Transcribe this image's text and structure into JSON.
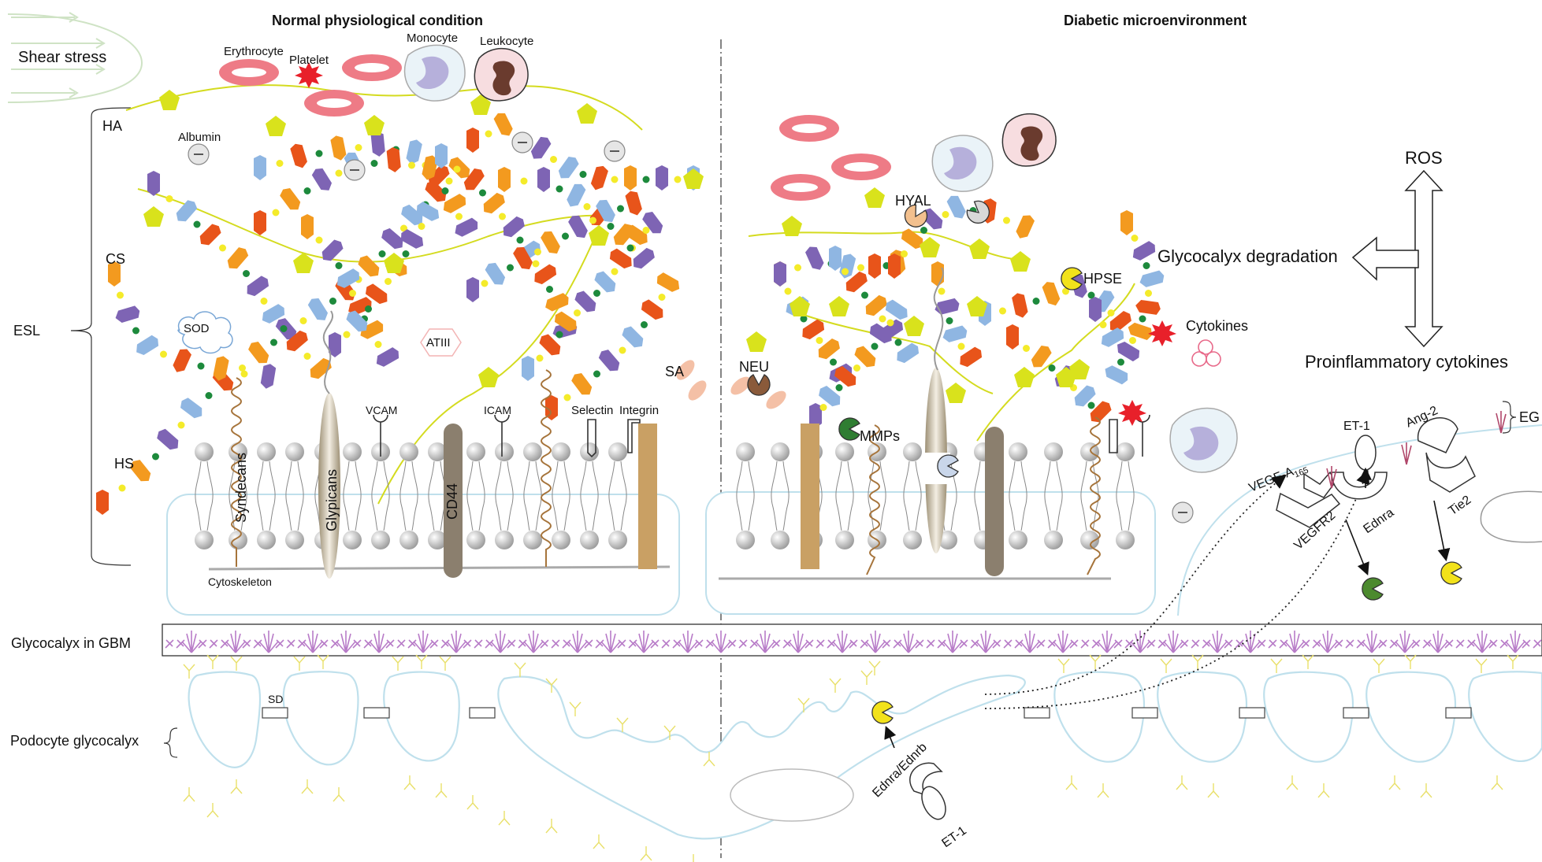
{
  "titles": {
    "normal": "Normal physiological condition",
    "diabetic": "Diabetic microenvironment"
  },
  "blood": {
    "shear_stress": "Shear stress",
    "erythrocyte": "Erythrocyte",
    "platelet": "Platelet",
    "monocyte": "Monocyte",
    "leukocyte": "Leukocyte",
    "albumin": "Albumin"
  },
  "layers": {
    "esl": "ESL",
    "ha": "HA",
    "cs": "CS",
    "hs": "HS",
    "sod": "SOD",
    "atiii": "ATIII",
    "sa": "SA",
    "cytoskeleton": "Cytoskeleton",
    "glycocalyx_gbm": "Glycocalyx in GBM",
    "podocyte_glycocalyx": "Podocyte glycocalyx",
    "sd": "SD"
  },
  "membrane": {
    "syndecans": "Syndecans",
    "glypicans": "Glypicans",
    "cd44": "CD44",
    "vcam": "VCAM",
    "icam": "ICAM",
    "selectin": "Selectin",
    "integrin": "Integrin"
  },
  "diabetic": {
    "hyal": "HYAL",
    "hpse": "HPSE",
    "neu": "NEU",
    "mmps": "MMPs",
    "cytokines": "Cytokines",
    "glycocalyx_degradation": "Glycocalyx degradation",
    "ros": "ROS",
    "proinflammatory": "Proinflammatory cytokines",
    "eg": "EG",
    "vegfa": "VEGF-A",
    "vegfa_sub": "165",
    "vegfr2": "VEGFR2",
    "et1_top": "ET-1",
    "ednra": "Ednra",
    "ang2": "Ang-2",
    "tie2": "Tie2",
    "ednra_ednrb": "Ednra/Ednrb",
    "et1_bottom": "ET-1"
  },
  "colors": {
    "orange_red": "#E8541A",
    "orange": "#F39A1F",
    "purple": "#7E64B4",
    "light_blue": "#8FB6E2",
    "yellow_green": "#D9E21C",
    "green_dot": "#1D8A3C",
    "yellow_dot": "#F4EB2A",
    "erythrocyte": "#EE7B86",
    "membrane_cell": "#BFE0EC",
    "glycocalyx_purple": "#B87CC8"
  }
}
